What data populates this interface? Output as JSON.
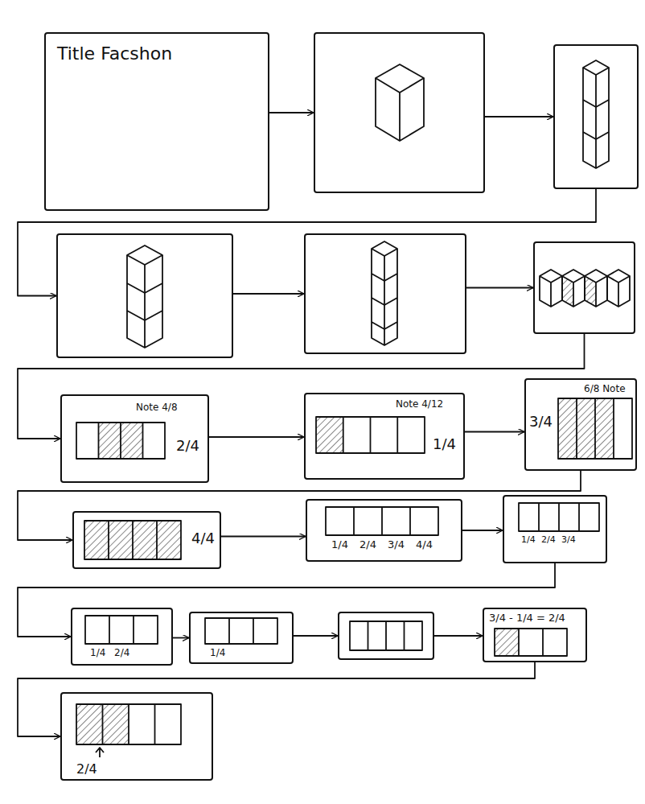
{
  "diagram": {
    "nodes": [
      {
        "text": [
          "Title Facshon"
        ]
      },
      {
        "text": []
      },
      {
        "text": []
      },
      {
        "text": []
      },
      {
        "text": []
      },
      {
        "text": []
      },
      {
        "text": [
          "Note 4/8",
          "2/4"
        ]
      },
      {
        "text": [
          "Note 4/12",
          "1/4"
        ]
      },
      {
        "text": [
          "6/8 Note",
          "3/4"
        ]
      },
      {
        "text": [
          "4/4"
        ]
      },
      {
        "text": [
          "1/4",
          "2/4",
          "3/4",
          "4/4"
        ]
      },
      {
        "text": [
          "1/4",
          "2/4",
          "3/4"
        ]
      },
      {
        "text": [
          "1/4",
          "2/4"
        ]
      },
      {
        "text": [
          "1/4"
        ]
      },
      {
        "text": []
      },
      {
        "text": [
          "3/4 - 1/4 = 2/4"
        ]
      },
      {
        "text": [
          "2/4"
        ]
      }
    ],
    "edges": [
      {
        "from": 0,
        "to": 1,
        "arrow": "to"
      },
      {
        "from": 1,
        "to": 2,
        "arrow": "to"
      },
      {
        "from": 2,
        "to": 3,
        "arrow": "to"
      },
      {
        "from": 3,
        "to": 4,
        "arrow": "to"
      },
      {
        "from": 4,
        "to": 5,
        "arrow": "to"
      },
      {
        "from": 5,
        "to": 6,
        "arrow": "to"
      },
      {
        "from": 6,
        "to": 7,
        "arrow": "to"
      },
      {
        "from": 7,
        "to": 8,
        "arrow": "to"
      },
      {
        "from": 8,
        "to": 9,
        "arrow": "to"
      },
      {
        "from": 9,
        "to": 10,
        "arrow": "to"
      },
      {
        "from": 10,
        "to": 11,
        "arrow": "to"
      },
      {
        "from": 11,
        "to": 12,
        "arrow": "to"
      },
      {
        "from": 12,
        "to": 13,
        "arrow": "to"
      },
      {
        "from": 13,
        "to": 14,
        "arrow": "to"
      },
      {
        "from": 14,
        "to": 15,
        "arrow": "to"
      },
      {
        "from": 15,
        "to": 16,
        "arrow": "to"
      }
    ]
  }
}
